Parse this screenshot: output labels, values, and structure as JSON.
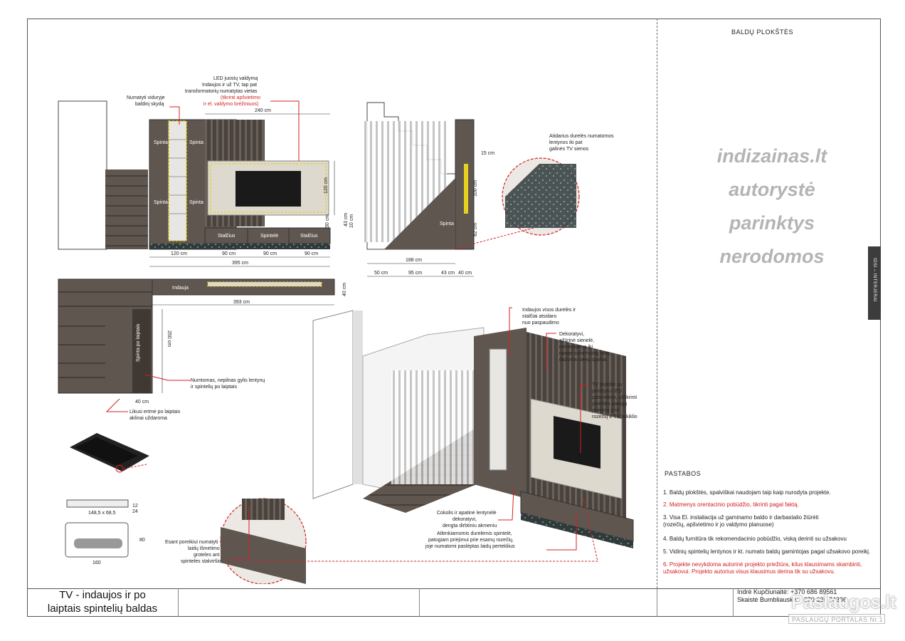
{
  "header": {
    "sheet_title": "BALDŲ PLOKŠTĖS"
  },
  "watermark": {
    "lines": [
      "indizainas.lt",
      "autorystė",
      "parinktys",
      "nerodomos"
    ]
  },
  "side_tab": {
    "label": "IDSI – INTERJERAI"
  },
  "project": {
    "title_line1": "TV - indaujos ir po",
    "title_line2": "laiptais spintelių baldas"
  },
  "contacts": {
    "line1": "Indrė Kupčiunaitė: +370 686 89561",
    "line2": "Skaistė Bumbliauskė: +370 626 74336"
  },
  "logo": {
    "text": "Paslaugos.lt",
    "sub": "PASLAUGŲ PORTALAS  Nr.1"
  },
  "notes": {
    "title": "PASTABOS",
    "items": [
      "1. Baldų plokštės, spalviškai naudojam taip kaip nurodyta projekte.",
      "2. Matmenys orentacinio pobūdžio, tikrinti pagal faktą.",
      "3. Visa El. instaliacija už gaminamo baldo ir darbastalio žiūrėti (rozečių, apšvietimo ir jo valdymo planuose)",
      "4. Baldų furnitūra tik rekomendacinio pobūdžio, viską derinti su užsakovu",
      "5. Vidinių spintelių lentynos ir kt. numato baldų gamintojas pagal užsakovo poreikį.",
      "6. Projekte nevykdoma autorinė projekto priežiūra, kilus klausimams skambinti, užsakovui. Projekto autorius visus klausimus derina tik su užsakovu."
    ]
  },
  "drawing": {
    "front": {
      "ann_top": [
        "LED juostų valdymą",
        "Indaujos ir už TV, tap pat",
        "transformatorių numatytas vietas"
      ],
      "ann_top_red": [
        "(tikrinti apšvietimo",
        "ir el. valdymo brėžiniuos)"
      ],
      "ann_left": [
        "Numatyti viduryje",
        "baldinį skydą"
      ],
      "dim_240": "240 cm",
      "dim_120v": "120 cm",
      "dim_30": "30 cm",
      "dim_43": "43 cm",
      "dim_10": "10 cm",
      "dims_bottom": [
        "120 cm",
        "90 cm",
        "90 cm",
        "90 cm"
      ],
      "dim_total": "395 cm",
      "spinta": "Spinta",
      "stalcius": "Stalčius",
      "spintele": "Spintelė"
    },
    "side": {
      "ann": [
        "Atidarius durelės numatomos",
        "lentynos iki pat",
        "galinės TV sienos"
      ],
      "dim_15": "15 cm",
      "dim_100": "100 cm",
      "dim_82": "82 cm",
      "dim_188": "188 cm",
      "dims_bottom": [
        "50 cm",
        "95 cm",
        "43 cm",
        "40 cm"
      ],
      "spinta": "Spinta"
    },
    "plan": {
      "indauja": "Indauja",
      "dim_40": "40 cm",
      "dim_393": "393 cm",
      "dim_250": "250 cm",
      "dim_40b": "40 cm",
      "spinta_label": "Spinta po laiptais",
      "ann1": [
        "Numtomas, nepilnas gylis lentynų",
        "ir spintelių po laiptais"
      ],
      "ann2": [
        "Likusi ertmė po laiptais",
        "aklinai uždaroma"
      ]
    },
    "grommet": {
      "dim_w": "148,5 x 68,5",
      "dim_h1": "12",
      "dim_h2": "24",
      "dim_80": "80",
      "dim_160": "160"
    },
    "iso": {
      "ann1": [
        "Indaujos visos durelės ir",
        "stalčiai atsidaro",
        "nuo paspaudimo"
      ],
      "ann2": [
        "Dekoratyvi,",
        "ažūrinė sienelė,",
        "montuojama iki",
        "naujai suformuotų lubų,",
        "dažoma sienų spalva."
      ],
      "ann3": [
        "TV plokštė su",
        "paslėptu LED",
        "pašvietimu, užtikrinti",
        "plokštės patogų",
        "priėjimą prie",
        "rozečių ir TV laikiklio"
      ],
      "ann4": [
        "Cokolis ir apatinė lentynėlė",
        "dekoratyvi,",
        "dengta dirbtiniu akmeniu"
      ],
      "ann5": [
        "Atlenkiamomis durelėmis spintelė,",
        "patogiam priėjimui prie esamų rozečių,",
        "joje numatomi paslėptas laidų pertekliius"
      ],
      "ann6": [
        "Esant poreikiui numatyti",
        "laidų išmetimo",
        "groteles ant",
        "spintelės stalviršio"
      ]
    }
  },
  "colors": {
    "wood": "#5f5650",
    "wood_dark": "#3f3833",
    "tv_panel": "#ddd9cf",
    "red": "#d42020",
    "yellow": "#e6d21e",
    "marble": "#2f3a3a"
  }
}
